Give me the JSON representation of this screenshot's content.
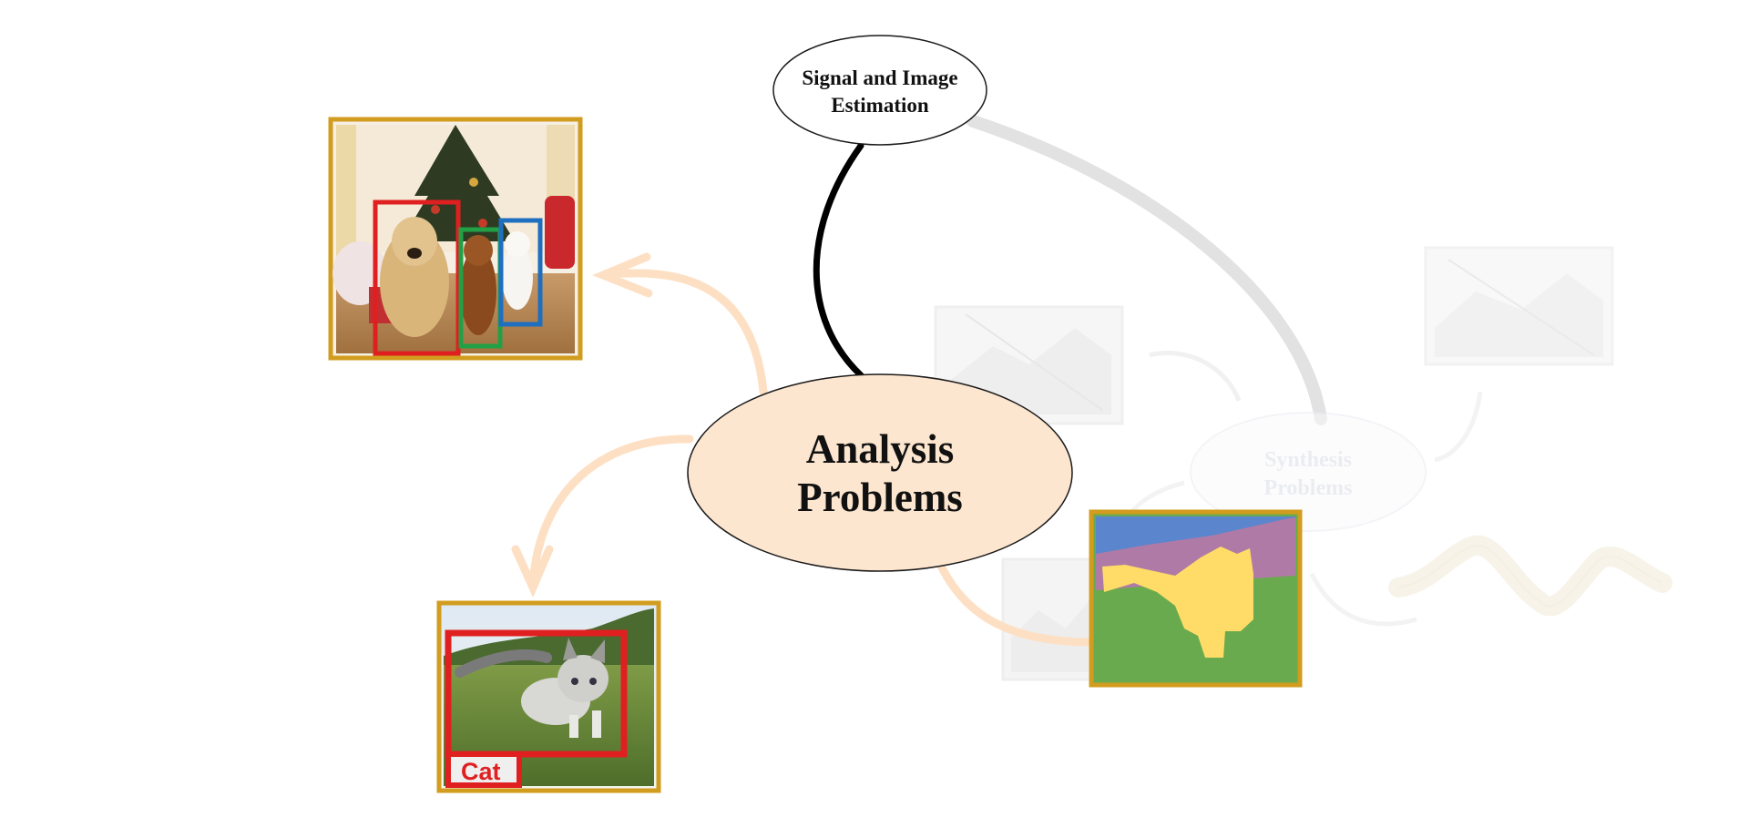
{
  "nodes": {
    "top": {
      "line1": "Signal and Image",
      "line2": "Estimation"
    },
    "analysis": {
      "line1": "Analysis",
      "line2": "Problems",
      "fill": "#fde6cf"
    },
    "synthesis": {
      "line1": "Synthesis",
      "line2": "Problems"
    }
  },
  "images": {
    "detection": {
      "frame_color": "#d29c1e",
      "boxes": [
        "red",
        "green",
        "blue"
      ]
    },
    "kitten": {
      "frame_color": "#d29c1e",
      "label": "Cat"
    },
    "segmentation": {
      "frame_color": "#d29c1e",
      "classes": [
        "sky",
        "hills",
        "cat",
        "grass"
      ]
    }
  },
  "colors": {
    "arrow_peach": "#fde0c4",
    "edge_dark": "#000000",
    "edge_faded": "#e2e2e2",
    "box_red": "#e02020",
    "box_green": "#22a046",
    "box_blue": "#1f6fc0",
    "seg_sky": "#5b85cc",
    "seg_hills": "#b07aa6",
    "seg_grass": "#6aaa4e",
    "seg_cat": "#fedc67"
  }
}
